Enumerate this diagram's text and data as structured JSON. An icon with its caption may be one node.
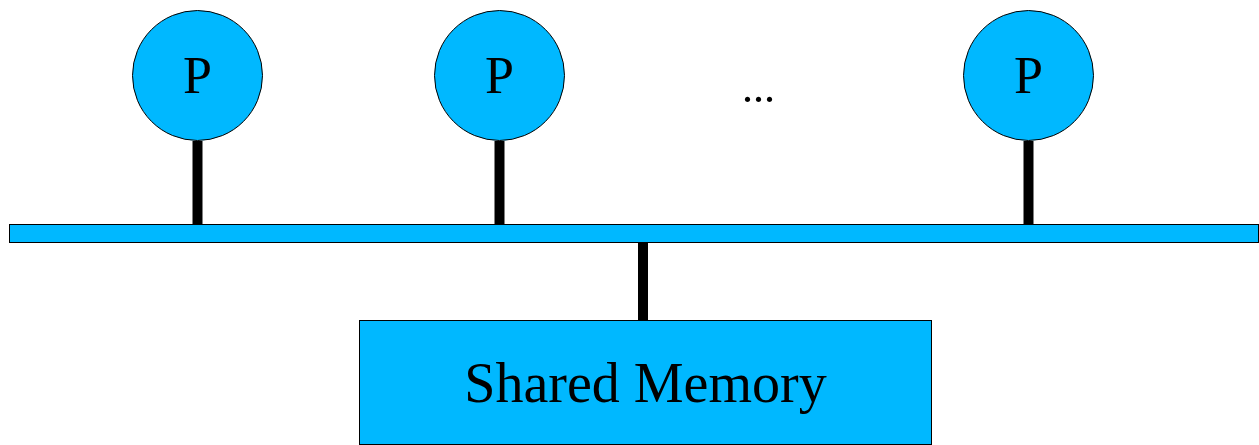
{
  "diagram": {
    "nodes": [
      {
        "text": [
          "P"
        ]
      },
      {
        "text": [
          "P"
        ]
      },
      {
        "text": [
          "P"
        ]
      },
      {
        "text": [],
        "shape": "bar"
      },
      {
        "text": [
          "Shared Memory"
        ]
      }
    ],
    "edges": [
      {
        "from": 0,
        "to": 3,
        "arrow": "none"
      },
      {
        "from": 1,
        "to": 3,
        "arrow": "none"
      },
      {
        "from": 2,
        "to": 3,
        "arrow": "none"
      },
      {
        "from": 3,
        "to": 4,
        "arrow": "none"
      }
    ],
    "labels": [
      "..."
    ]
  }
}
